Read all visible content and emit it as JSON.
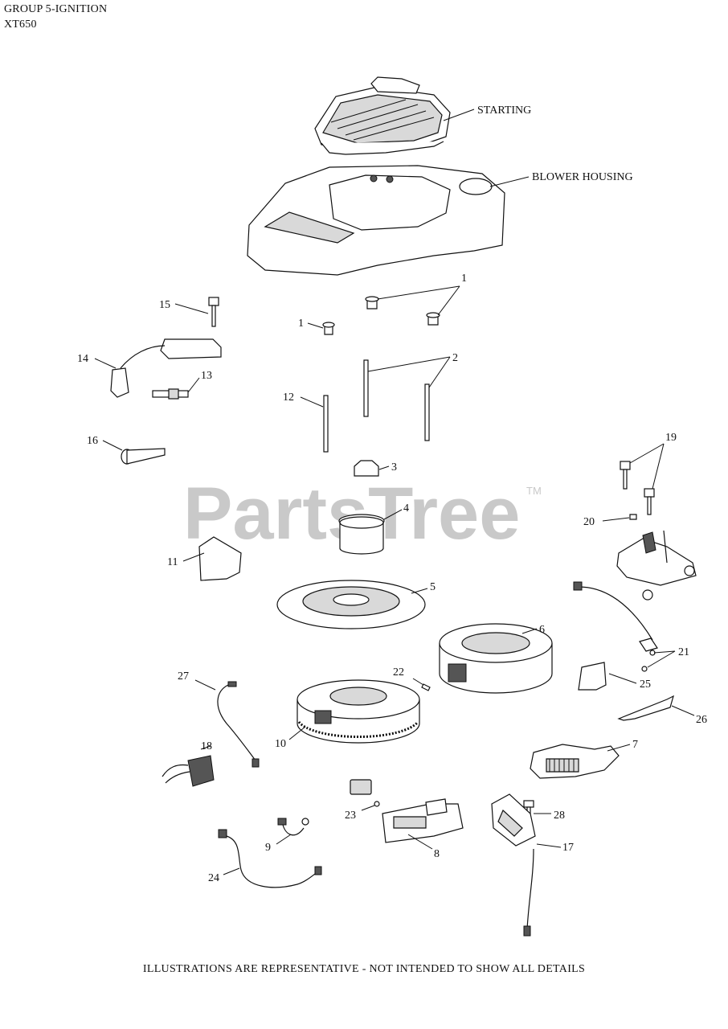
{
  "header": {
    "line1": "GROUP 5-IGNITION",
    "line2": "XT650"
  },
  "watermark": {
    "text": "PartsTree",
    "tm": "TM",
    "color": "#c9c9c9"
  },
  "labels": {
    "starting": "STARTING",
    "blower_housing": "BLOWER HOUSING",
    "callouts": {
      "p1": "1",
      "p1b": "1",
      "p2": "2",
      "p3": "3",
      "p4": "4",
      "p5": "5",
      "p6": "6",
      "p7": "7",
      "p8": "8",
      "p9": "9",
      "p10": "10",
      "p11": "11",
      "p12": "12",
      "p13": "13",
      "p14": "14",
      "p15": "15",
      "p16": "16",
      "p17": "17",
      "p18": "18",
      "p19": "19",
      "p20": "20",
      "p21": "21",
      "p22": "22",
      "p23": "23",
      "p24": "24",
      "p25": "25",
      "p26": "26",
      "p27": "27",
      "p28": "28"
    }
  },
  "footer": "ILLUSTRATIONS ARE REPRESENTATIVE - NOT INTENDED TO SHOW ALL DETAILS"
}
